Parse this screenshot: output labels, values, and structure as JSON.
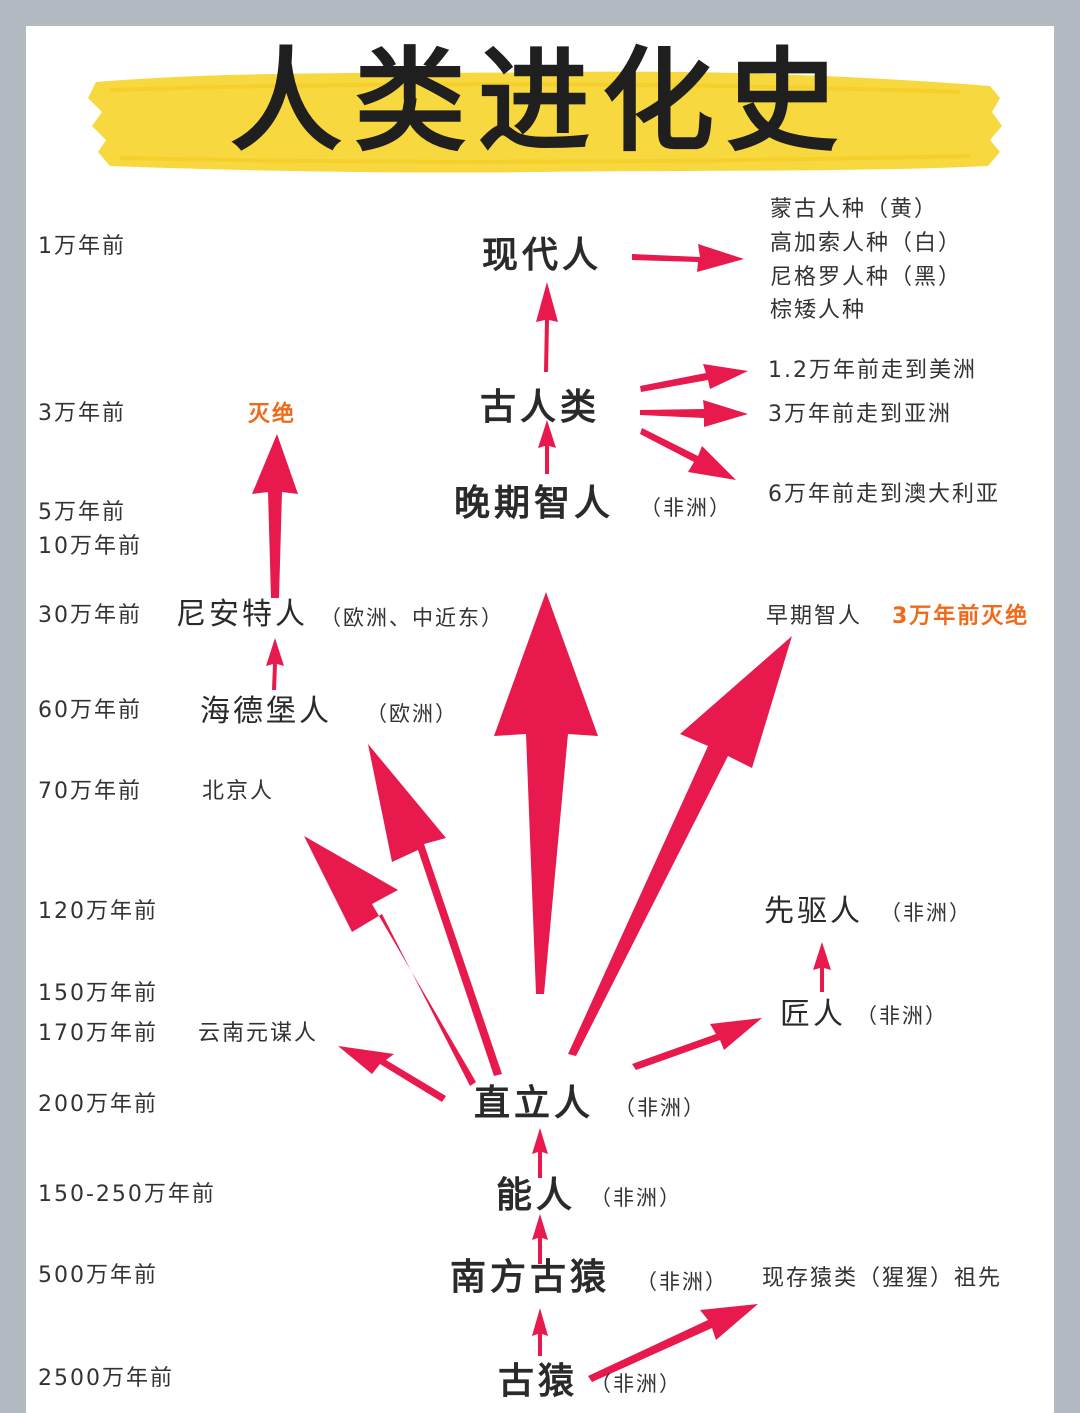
{
  "title": "人类进化史",
  "colors": {
    "arrow": "#e8194d",
    "banner": "#f7d83f",
    "accent_text": "#f06a1a"
  },
  "timeline": [
    "1万年前",
    "3万年前",
    "5万年前",
    "10万年前",
    "30万年前",
    "60万年前",
    "70万年前",
    "120万年前",
    "150万年前",
    "170万年前",
    "200万年前",
    "150-250万年前",
    "500万年前",
    "2500万年前"
  ],
  "nodes": {
    "modern_human": "现代人",
    "archaic_human": "古人类",
    "late_sapiens": "晚期智人",
    "late_sapiens_region": "（非洲）",
    "neanderthal": "尼安特人",
    "neanderthal_region": "（欧洲、中近东）",
    "extinct_label": "灭绝",
    "heidelberg": "海德堡人",
    "heidelberg_region": "（欧洲）",
    "peking_man": "北京人",
    "yuanmou_man": "云南元谋人",
    "early_sapiens": "早期智人",
    "early_sapiens_extinct": "3万年前灭绝",
    "antecessor": "先驱人",
    "antecessor_region": "（非洲）",
    "ergaster": "匠人",
    "ergaster_region": "（非洲）",
    "erectus": "直立人",
    "erectus_region": "（非洲）",
    "habilis": "能人",
    "habilis_region": "（非洲）",
    "australopithecus": "南方古猿",
    "australopithecus_region": "（非洲）",
    "ancient_ape": "古猿",
    "ancient_ape_region": "（非洲）",
    "living_apes": "现存猿类（猩猩）祖先"
  },
  "races": [
    "蒙古人种（黄）",
    "高加索人种（白）",
    "尼格罗人种（黑）",
    "棕矮人种"
  ],
  "migrations": [
    "1.2万年前走到美洲",
    "3万年前走到亚洲",
    "6万年前走到澳大利亚"
  ]
}
